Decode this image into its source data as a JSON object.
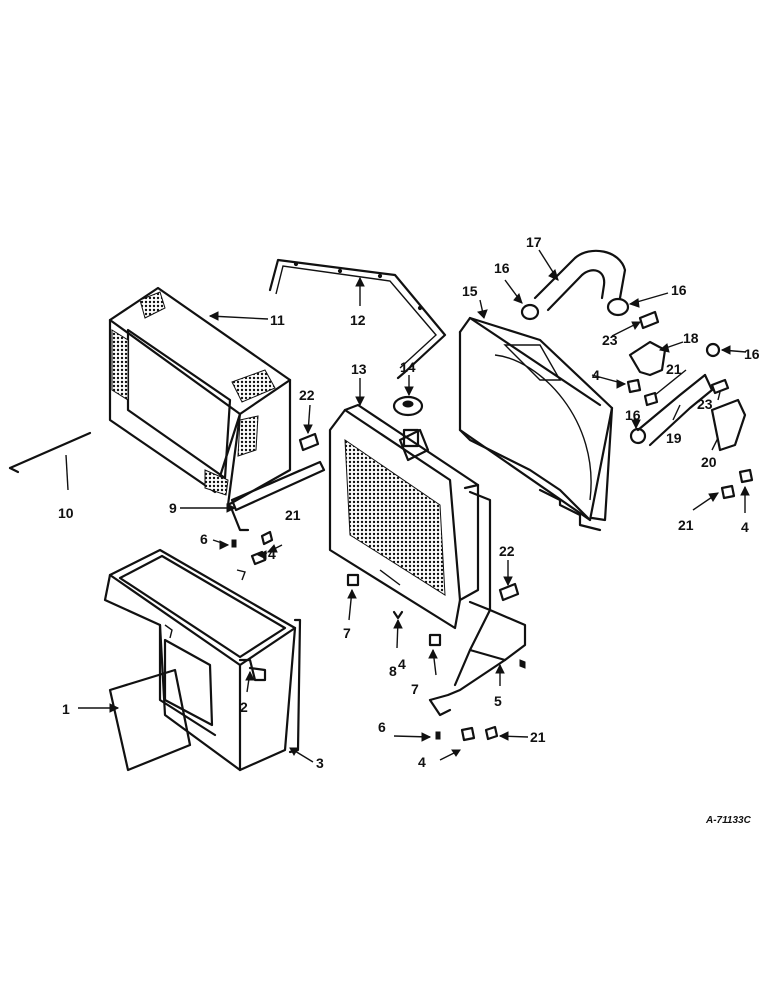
{
  "figure_id": "A-71133C",
  "callouts": {
    "c1": "1",
    "c2": "2",
    "c3": "3",
    "c4a": "4",
    "c4b": "4",
    "c4c": "4",
    "c4d": "4",
    "c4e": "4",
    "c5": "5",
    "c6a": "6",
    "c6b": "6",
    "c7a": "7",
    "c7b": "7",
    "c8": "8",
    "c9": "9",
    "c10": "10",
    "c11": "11",
    "c12": "12",
    "c13": "13",
    "c14": "14",
    "c15": "15",
    "c16a": "16",
    "c16b": "16",
    "c16c": "16",
    "c16d": "16",
    "c17": "17",
    "c18": "18",
    "c19": "19",
    "c20": "20",
    "c21a": "21",
    "c21b": "21",
    "c21c": "21",
    "c21d": "21",
    "c22a": "22",
    "c22b": "22",
    "c23a": "23",
    "c23b": "23"
  }
}
